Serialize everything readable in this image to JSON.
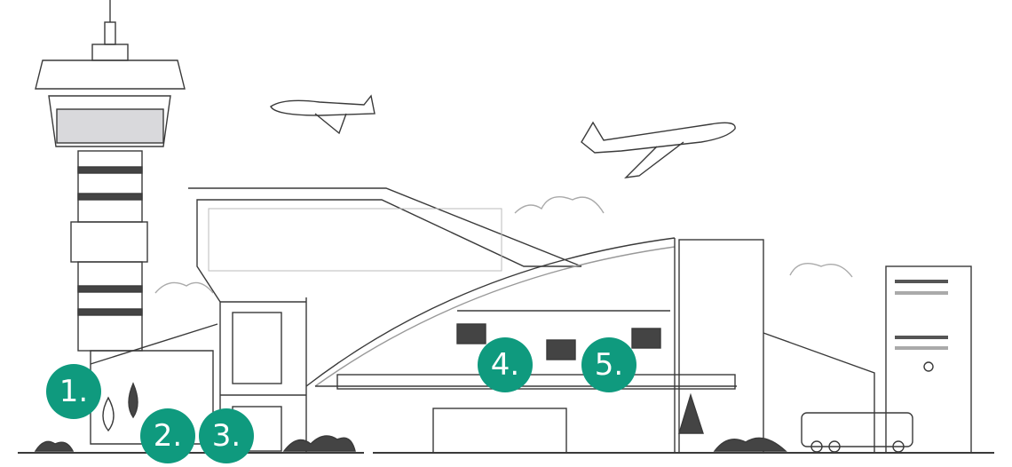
{
  "accent_color": "#0f9a7e",
  "line_color": "#3a3a3a",
  "markers": [
    {
      "label": "1."
    },
    {
      "label": "2."
    },
    {
      "label": "3."
    },
    {
      "label": "4."
    },
    {
      "label": "5."
    }
  ]
}
